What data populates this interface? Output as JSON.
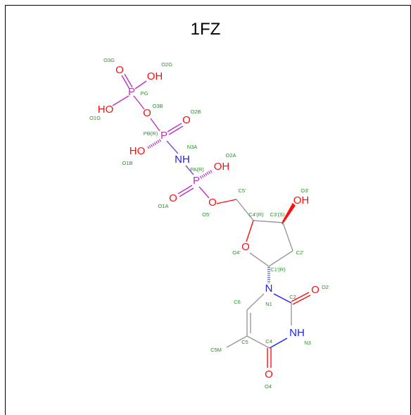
{
  "title": "1FZ",
  "colors": {
    "oxygen": "#ff0d0d",
    "phosphorus": "#c030c0",
    "nitrogen": "#2020ee",
    "carbon": "#999999",
    "label": "#2e8b2e",
    "frame": "#000000"
  },
  "atoms": {
    "pg": "P",
    "pb": "P",
    "pa": "P",
    "nh_bridge": "NH",
    "n1": "N",
    "n3h": "NH",
    "o3g": "O",
    "o2g": "OH",
    "o1g": "HO",
    "o3b": "O",
    "o2b": "O",
    "o1b": "HO",
    "o2a": "OH",
    "o1a": "O",
    "o5p": "O",
    "o3p": "OH",
    "o4p": "O",
    "o2": "O",
    "o4": "O"
  },
  "labels": {
    "o3g": "O3G",
    "o2g": "O2G",
    "pg": "PG",
    "o3b": "O3B",
    "o1g": "O1G",
    "o2b": "O2B",
    "pb": "PB(R)",
    "n3a": "N3A",
    "o1b": "O1B",
    "o2a": "O2A",
    "pa": "PA(R)",
    "o1a": "O1A",
    "c5p": "C5'",
    "o5p": "O5'",
    "o3p": "O3'",
    "c4p": "C4'(R)",
    "c3p": "C3'(S)",
    "o4p": "O4'",
    "c2p": "C2'",
    "c1p": "C1'(R)",
    "n1": "N1",
    "c2": "C2",
    "o2": "O2",
    "c6": "C6",
    "c4": "C4",
    "n3": "N3",
    "c5m": "C5M",
    "c5": "C5",
    "o4": "O4"
  }
}
